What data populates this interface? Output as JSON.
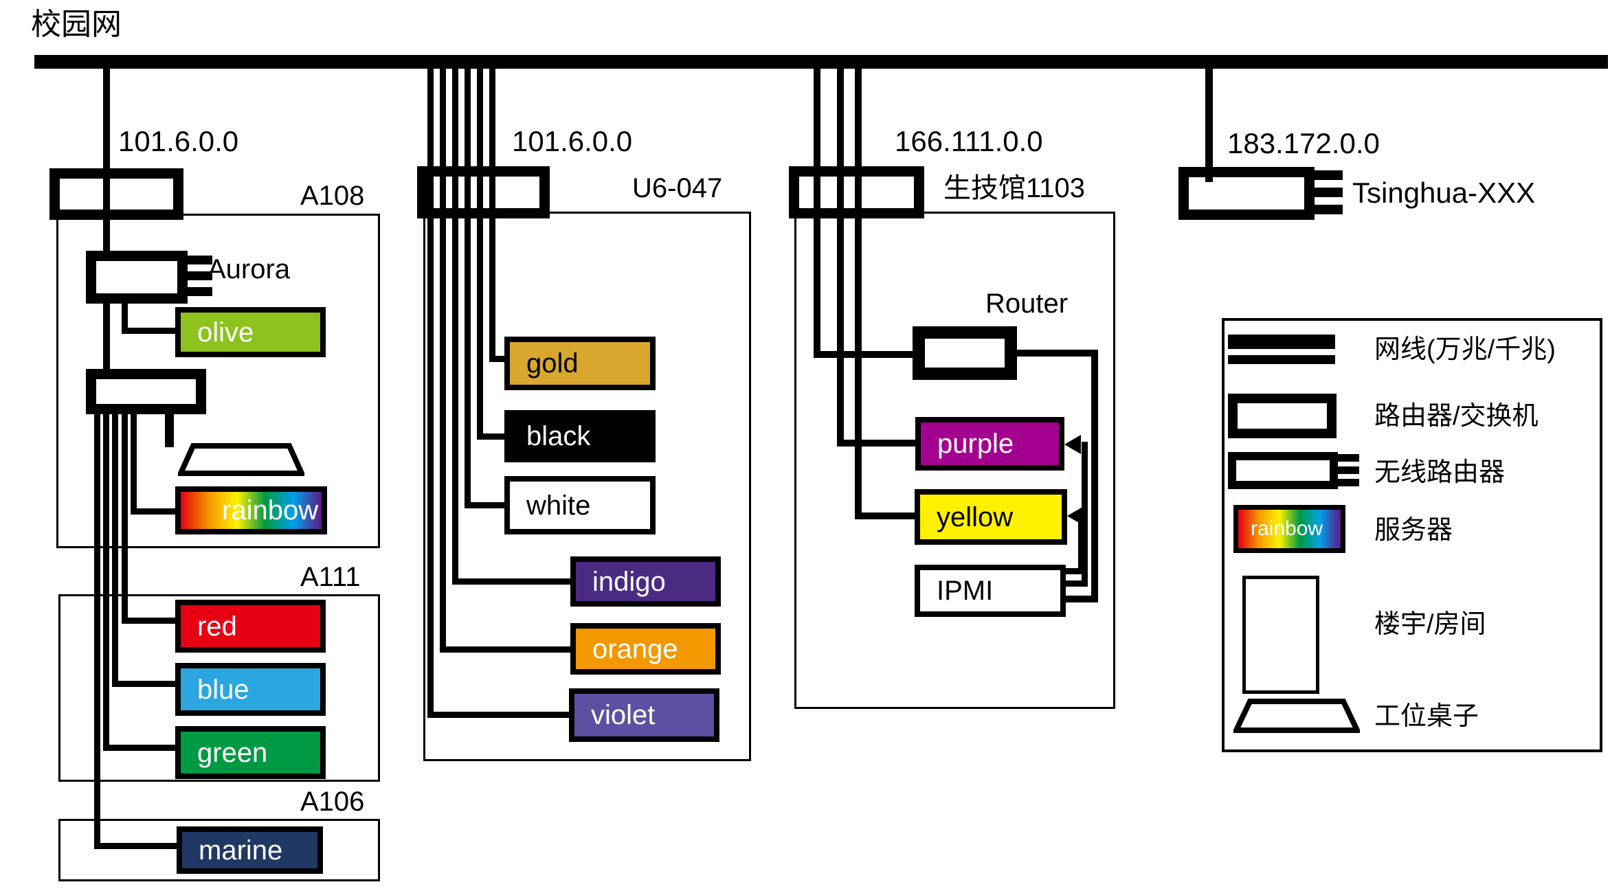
{
  "title": "校园网",
  "branches": [
    {
      "ip": "101.6.0.0",
      "room": "A108"
    },
    {
      "ip": "101.6.0.0",
      "room": "U6-047"
    },
    {
      "ip": "166.111.0.0",
      "room": "生技馆1103"
    },
    {
      "ip": "183.172.0.0",
      "label": "Tsinghua-XXX"
    }
  ],
  "rooms": {
    "a111": "A111",
    "a106": "A106"
  },
  "devices": {
    "aurora": "Aurora",
    "router": "Router"
  },
  "servers": {
    "olive": {
      "label": "olive",
      "color": "#8dc21f",
      "text": "#ffffff"
    },
    "rainbow": {
      "label": "rainbow",
      "gradient": [
        "#e60012",
        "#f39800",
        "#fff100",
        "#009944",
        "#00a0e9",
        "#601986"
      ],
      "text": "#ffffff"
    },
    "red": {
      "label": "red",
      "color": "#e60012",
      "text": "#ffffff"
    },
    "blue": {
      "label": "blue",
      "color": "#2ca6e0",
      "text": "#ffffff"
    },
    "green": {
      "label": "green",
      "color": "#009944",
      "text": "#ffffff"
    },
    "marine": {
      "label": "marine",
      "color": "#1f3864",
      "text": "#ffffff"
    },
    "gold": {
      "label": "gold",
      "color": "#d9a62e",
      "text": "#000000"
    },
    "black": {
      "label": "black",
      "color": "#000000",
      "text": "#ffffff"
    },
    "white": {
      "label": "white",
      "color": "#ffffff",
      "text": "#000000"
    },
    "indigo": {
      "label": "indigo",
      "color": "#4b2b82",
      "text": "#ffffff"
    },
    "orange": {
      "label": "orange",
      "color": "#f39800",
      "text": "#ffffff"
    },
    "violet": {
      "label": "violet",
      "color": "#5e4fa2",
      "text": "#ffffff"
    },
    "purple": {
      "label": "purple",
      "color": "#a4008f",
      "text": "#ffffff"
    },
    "yellow": {
      "label": "yellow",
      "color": "#fff100",
      "text": "#000000"
    },
    "ipmi": {
      "label": "IPMI",
      "color": "#ffffff",
      "text": "#000000"
    }
  },
  "legend": {
    "cable_label": "网线(万兆/千兆)",
    "router_label": "路由器/交换机",
    "wifi_label": "无线路由器",
    "server_label": "服务器",
    "building_label": "楼宇/房间",
    "desk_label": "工位桌子"
  },
  "line_color": "#000000"
}
